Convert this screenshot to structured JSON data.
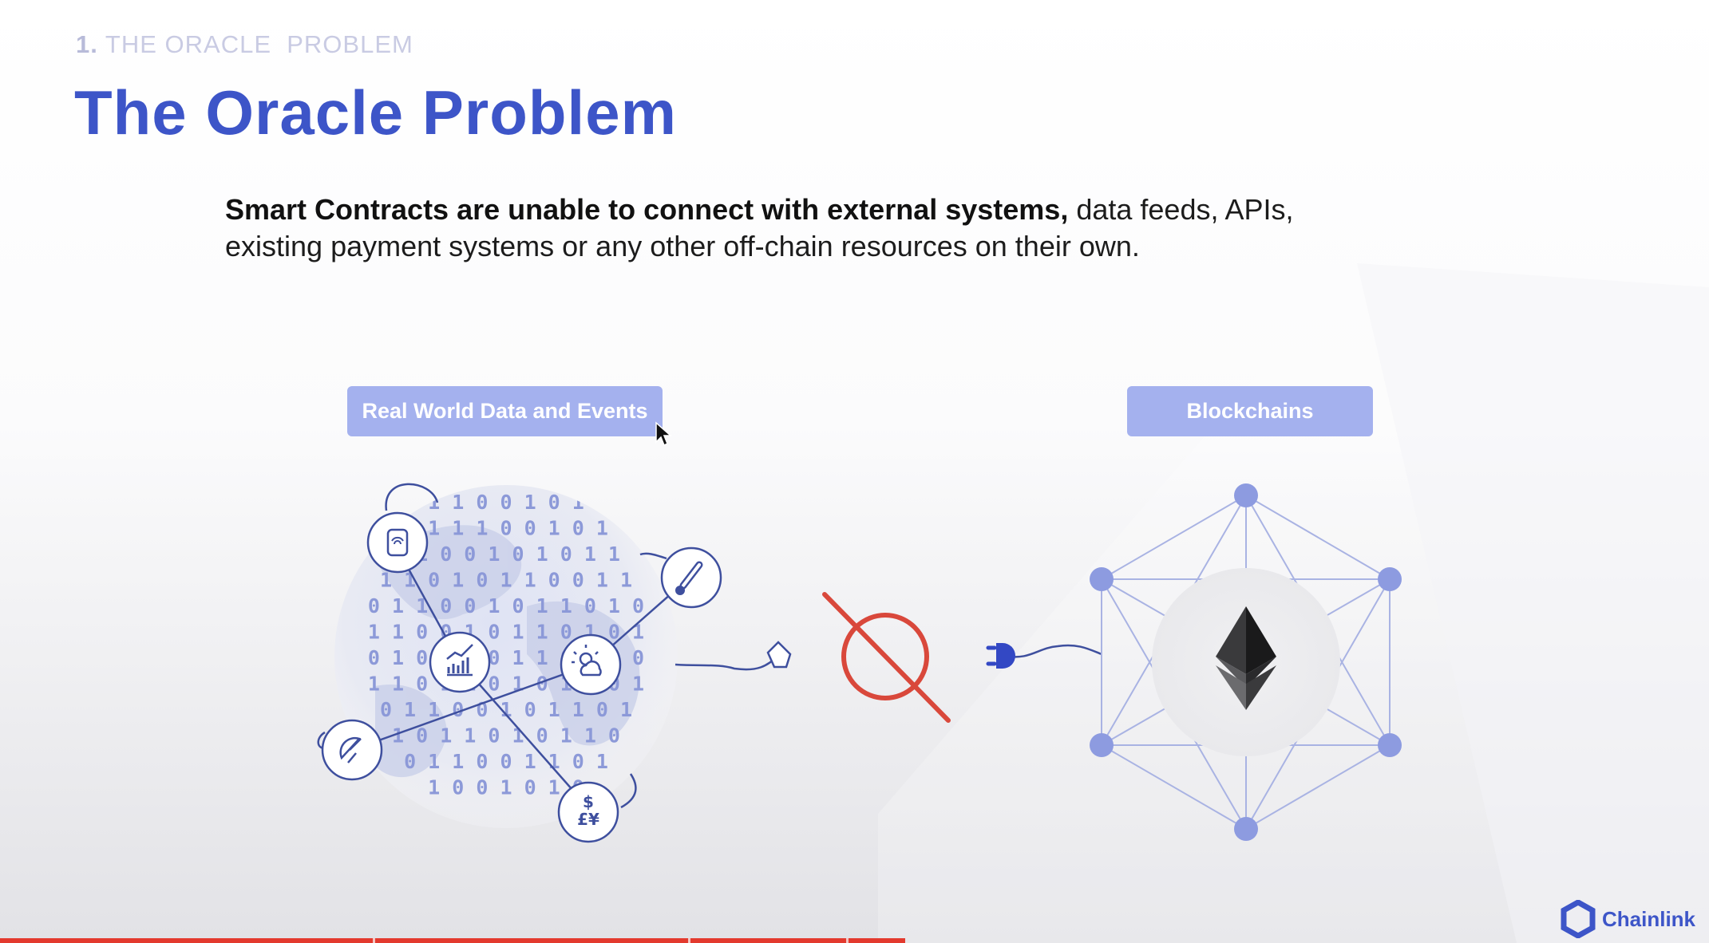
{
  "header": {
    "section_number": "1.",
    "section_label": "THE ORACLE  PROBLEM",
    "title": "The Oracle Problem"
  },
  "description": {
    "bold": "Smart Contracts are unable to connect with external systems,",
    "line1_rest": " data feeds, APIs,",
    "line2": "existing payment systems or any other off-chain resources on their own."
  },
  "labels": {
    "real_world": "Real World Data and Events",
    "blockchains": "Blockchains"
  },
  "globe": {
    "binary_rows": [
      "1 1 0 0 1 0 1",
      "0 1 1 1 0 0 1 0 1",
      "1 1 0 0 1 0 1 0 1 1",
      "1 1 0 1 0 1 1 0 0 1 1",
      "0 1 1 0 0 1 0 1 1 0 1 0",
      "1 1 0 0 1 0 1 1 0 1 0 1",
      "0 1 0 1 0 0 1 1 0 1 0 0",
      "1 1 0 1 1 0 1 0 1 1 0 1",
      "0 1 1 0 0 1 0 1 1 0 1",
      "1 0 1 1 0 1 0 1 1 0",
      "0 1 1 0 0 1 1 0 1",
      "1 0 0 1 0 1 0"
    ],
    "currency_symbols": "$\n£¥"
  },
  "brand": {
    "name": "Chainlink"
  },
  "colors": {
    "accent": "#3d55c8",
    "pill": "#a4b1ee",
    "line": "#3e4f9e",
    "forbidden": "#d9483b",
    "node": "#8d9be0"
  },
  "icons": [
    "smartwatch-icon",
    "thermometer-icon",
    "chart-icon",
    "weather-icon",
    "satellite-icon",
    "currency-icon",
    "plug-icon",
    "prohibited-icon",
    "ethereum-icon",
    "chainlink-logo-icon",
    "cursor-icon"
  ]
}
